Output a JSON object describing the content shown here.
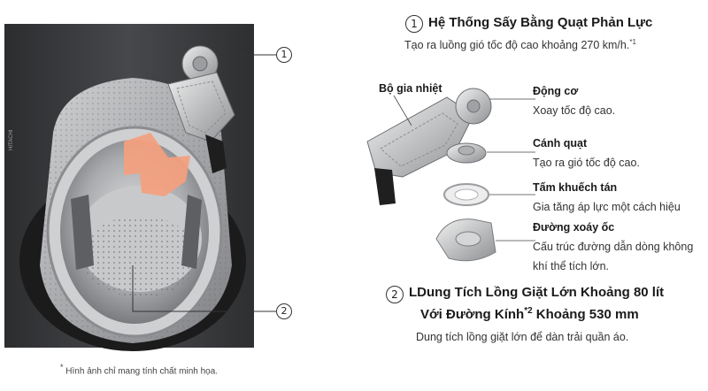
{
  "machine": {
    "brand": "HITACHI",
    "callout_1": "1",
    "callout_2": "2"
  },
  "footnote": {
    "mark": "*",
    "text": "Hình ảnh chỉ mang tính chất minh họa."
  },
  "section1": {
    "number": "1",
    "title": "Hệ Thống Sấy Bằng Quạt Phản Lực",
    "description": "Tạo ra luồng gió tốc độ cao khoảng 270 km/h.",
    "note_mark": "*1"
  },
  "parts": {
    "heater": {
      "title": "Bộ gia nhiệt"
    },
    "motor": {
      "title": "Động cơ",
      "desc": "Xoay tốc độ cao."
    },
    "fan": {
      "title": "Cánh quạt",
      "desc": "Tạo ra gió tốc độ cao."
    },
    "diffuser": {
      "title": "Tấm khuếch tán",
      "desc": "Gia tăng áp lực một cách hiệu"
    },
    "scroll": {
      "title": "Đường xoáy ốc",
      "desc_line1": "Cấu trúc đường dẫn dòng không",
      "desc_line2": "khí thể tích lớn."
    }
  },
  "section2": {
    "number": "2",
    "title_line1": "LDung Tích Lồng Giặt Lớn Khoảng 80 lít",
    "title_line2_a": "Với Đường Kính",
    "title_line2_mark": "*2",
    "title_line2_b": " Khoảng 530 mm",
    "description": "Dung tích lồng giặt lớn để dàn trải quần áo."
  },
  "colors": {
    "cabinet": "#3a3b3d",
    "drum_steel": "#b9bbbe",
    "airflow_arrow": "#f4a07e",
    "text_dark": "#1a1a1a"
  }
}
